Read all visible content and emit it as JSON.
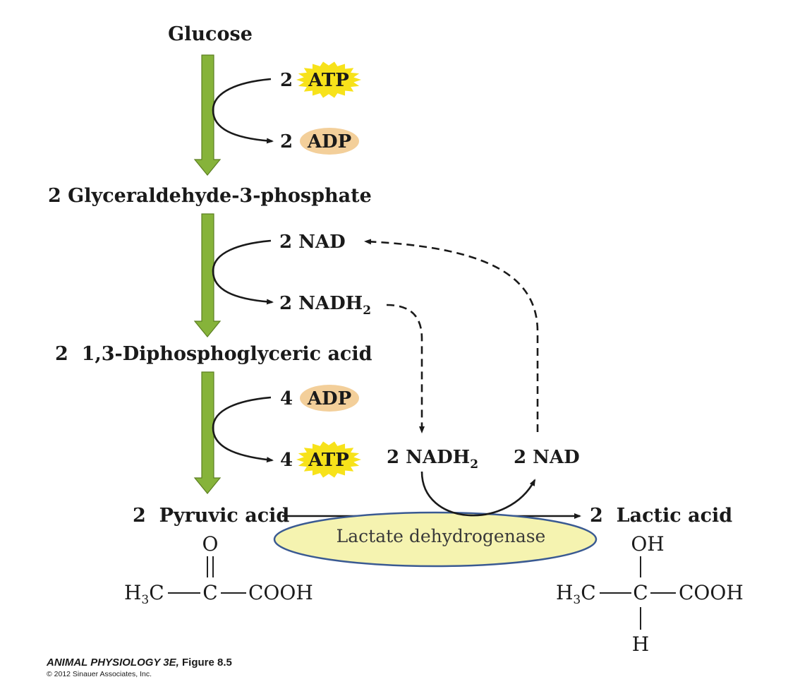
{
  "metabolites": {
    "glucose": "Glucose",
    "g3p": "2 Glyceraldehyde-3-phosphate",
    "dpg": "2  1,3-Diphosphoglyceric acid",
    "pyruvate": "2  Pyruvic acid",
    "lactate": "2  Lactic acid"
  },
  "step1": {
    "in_num": "2",
    "in_mol": "ATP",
    "out_num": "2",
    "out_mol": "ADP"
  },
  "step2": {
    "in_label": "2 NAD",
    "out_label": "2 NADH",
    "out_sub": "2"
  },
  "step3": {
    "in_num": "4",
    "in_mol": "ADP",
    "out_num": "4",
    "out_mol": "ATP"
  },
  "ldh": {
    "in_label": "2 NADH",
    "in_sub": "2",
    "out_label": "2 NAD",
    "enzyme": "Lactate dehydrogenase"
  },
  "pyruvate_structure": {
    "top": "O",
    "left": "H",
    "left_sub": "3",
    "left_tail": "C",
    "center": "C",
    "right": "COOH"
  },
  "lactate_structure": {
    "top": "OH",
    "bottom": "H",
    "left": "H",
    "left_sub": "3",
    "left_tail": "C",
    "center": "C",
    "right": "COOH"
  },
  "credit": {
    "book": "ANIMAL PHYSIOLOGY 3E,",
    "figure": "Figure 8.5",
    "copyright": "© 2012 Sinauer Associates, Inc."
  },
  "colors": {
    "pathway_arrow": "#86b33a",
    "atp_burst": "#f7e21a",
    "adp_oval": "#f3cf9a",
    "enzyme_fill": "#f5f3b0",
    "enzyme_stroke": "#3a5a92"
  }
}
